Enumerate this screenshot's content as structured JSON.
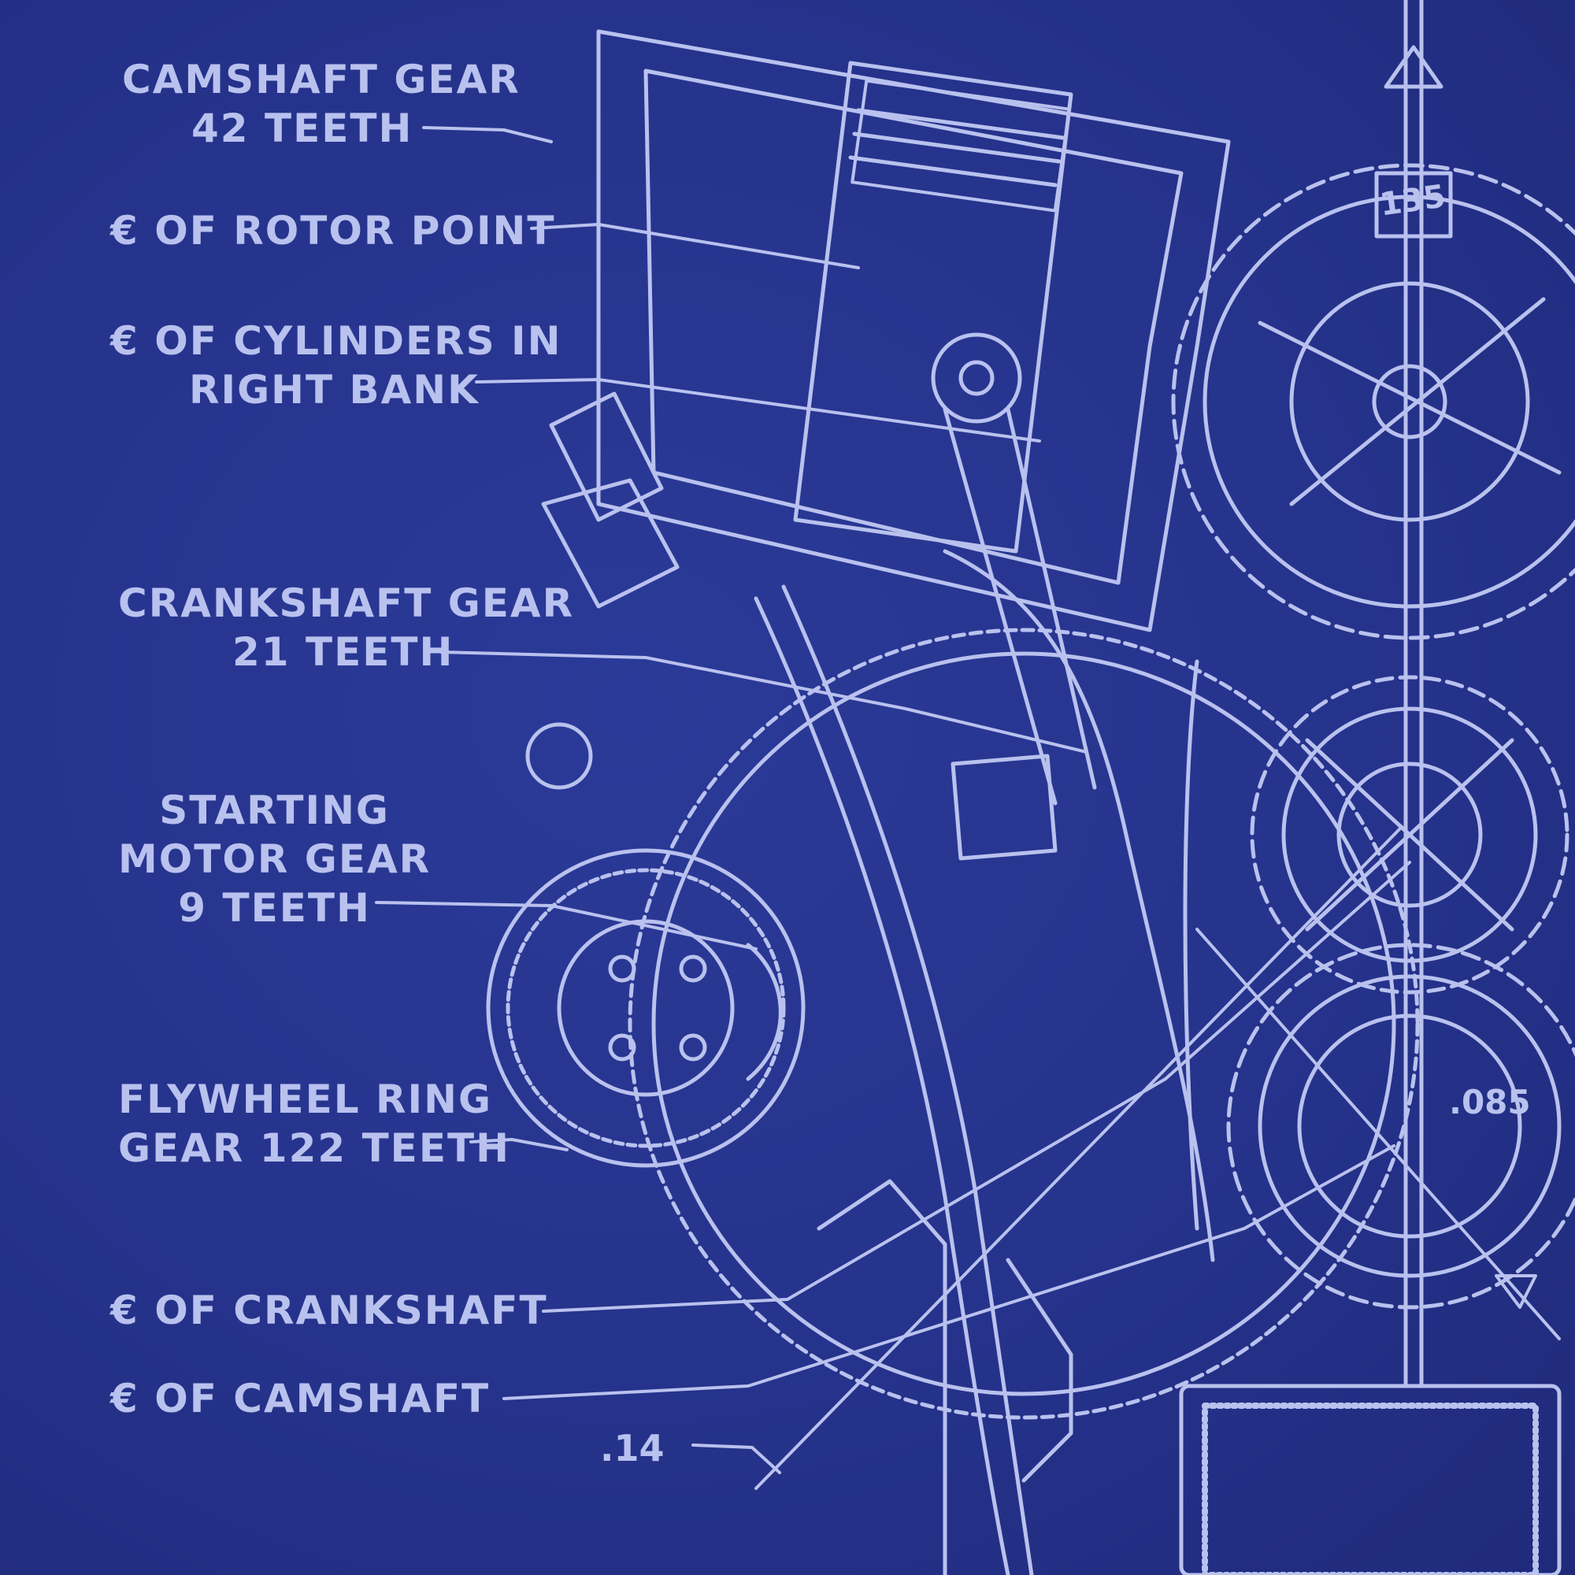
{
  "colors": {
    "paper": "#26338c",
    "ink": "#b9c1ee"
  },
  "labels": {
    "camshaft_gear": [
      "CAMSHAFT GEAR",
      "42 TEETH"
    ],
    "rotor_point": [
      "€ OF ROTOR POINT"
    ],
    "cylinders_right_bank": [
      "€ OF CYLINDERS IN",
      "RIGHT BANK"
    ],
    "crankshaft_gear": [
      "CRANKSHAFT GEAR",
      "21 TEETH"
    ],
    "starting_motor_gear": [
      "STARTING",
      "MOTOR GEAR",
      "9 TEETH"
    ],
    "flywheel_ring_gear": [
      "FLYWHEEL RING",
      "GEAR 122 TEETH"
    ],
    "crankshaft_centerline": [
      "€ OF CRANKSHAFT"
    ],
    "camshaft_centerline": [
      "€ OF CAMSHAFT"
    ]
  },
  "dimensions": {
    "d14": ".14",
    "d135": "135",
    "d085": ".085"
  }
}
